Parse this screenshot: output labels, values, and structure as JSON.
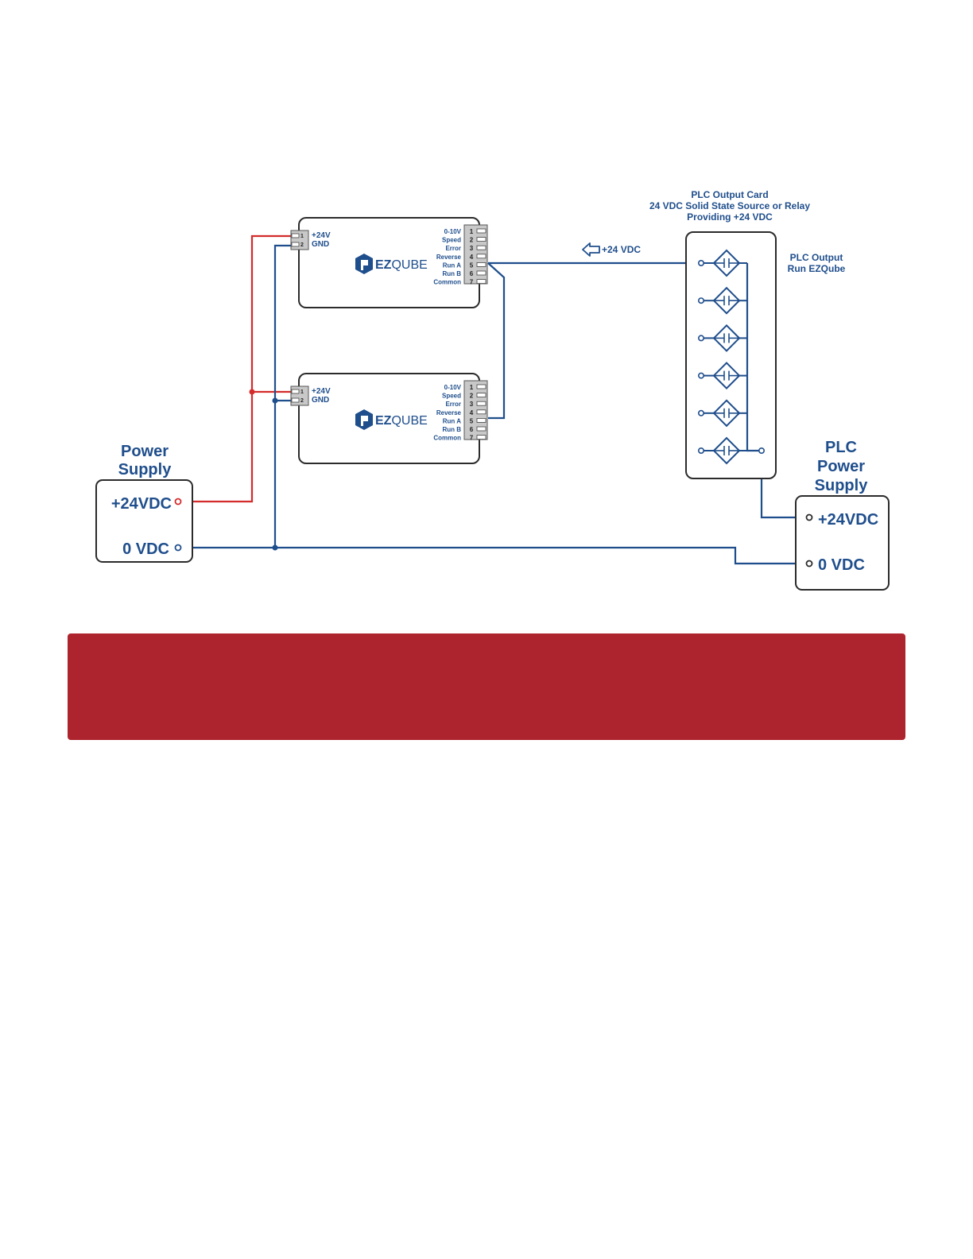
{
  "colors": {
    "wire_blue": "#1f4e8c",
    "wire_red": "#d42b2b",
    "text_blue": "#1f4e8c",
    "outline": "#2b2b2b",
    "terminal_fill": "#c8c8c8",
    "banner_red": "#ae242e"
  },
  "plc_card": {
    "title_line1": "PLC Output Card",
    "title_line2": "24 VDC Solid State Source or Relay",
    "title_line3": "Providing +24 VDC",
    "output_label_line1": "PLC Output",
    "output_label_line2": "Run EZQube",
    "arrow_label": "+24 VDC"
  },
  "ezqube": {
    "brand_ez": "EZ",
    "brand_qube": "QUBE",
    "power_pin1_num": "1",
    "power_pin2_num": "2",
    "power_pin1_label": "+24V",
    "power_pin2_label": "GND",
    "io_labels": [
      "0-10V",
      "Speed",
      "Error",
      "Reverse",
      "Run A",
      "Run B",
      "Common"
    ],
    "io_numbers": [
      "1",
      "2",
      "3",
      "4",
      "5",
      "6",
      "7"
    ]
  },
  "power_supply": {
    "title_line1": "Power",
    "title_line2": "Supply",
    "pos_label": "+24VDC",
    "neg_label": "0 VDC"
  },
  "plc_power_supply": {
    "title_line1": "PLC",
    "title_line2": "Power",
    "title_line3": "Supply",
    "pos_label": "+24VDC",
    "neg_label": "0 VDC"
  }
}
